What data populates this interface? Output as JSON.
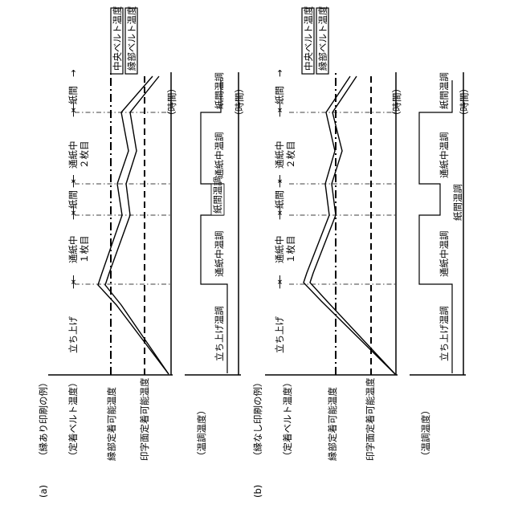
{
  "panel_a": {
    "label": "(a)",
    "example": "（縁あり印刷の例）",
    "y_axis_title": "（定着ベルト温度）",
    "edge_fix_temp": "縁部定着可能温度",
    "print_fix_temp": "印字面定着可能温度",
    "time_label": "（時間）",
    "temp_control_label": "（温調温度）",
    "legend": {
      "center": "中央ベルト温度",
      "edge": "縁部ベルト温度"
    },
    "phases": [
      {
        "text": "立ち上げ",
        "arrow_end": "→"
      },
      {
        "text": "通紙中",
        "text2": "１枚目",
        "arrow_start": "←",
        "arrow_end": "→"
      },
      {
        "text": "紙間",
        "arrow_start": "←",
        "arrow_end": "→"
      },
      {
        "text": "通紙中",
        "text2": "２枚目",
        "arrow_start": "←",
        "arrow_end": "→"
      },
      {
        "text": "紙間",
        "arrow_start": "←",
        "arrow_end": "→"
      }
    ],
    "control_labels": [
      "立ち上げ温調",
      "通紙中温調",
      "紙間温調",
      "通紙中温調",
      "紙間温調"
    ]
  },
  "panel_b": {
    "label": "(b)",
    "example": "（縁なし印刷の例）",
    "y_axis_title": "（定着ベルト温度）",
    "edge_fix_temp": "縁部定着可能温度",
    "print_fix_temp": "印字面定着可能温度",
    "time_label": "（時間）",
    "temp_control_label": "（温調温度）",
    "legend": {
      "center": "中央ベルト温度",
      "edge": "縁部ベルト温度"
    },
    "phases": [
      {
        "text": "立ち上げ",
        "arrow_end": "→"
      },
      {
        "text": "通紙中",
        "text2": "１枚目",
        "arrow_start": "←",
        "arrow_end": "→"
      },
      {
        "text": "紙間",
        "arrow_start": "←",
        "arrow_end": "→"
      },
      {
        "text": "通紙中",
        "text2": "２枚目",
        "arrow_start": "←",
        "arrow_end": "→"
      },
      {
        "text": "紙間",
        "arrow_start": "←",
        "arrow_end": "→"
      }
    ],
    "control_labels": [
      "立ち上げ温調",
      "通紙中温調",
      "紙間温調",
      "通紙中温調",
      "紙間温調"
    ]
  }
}
